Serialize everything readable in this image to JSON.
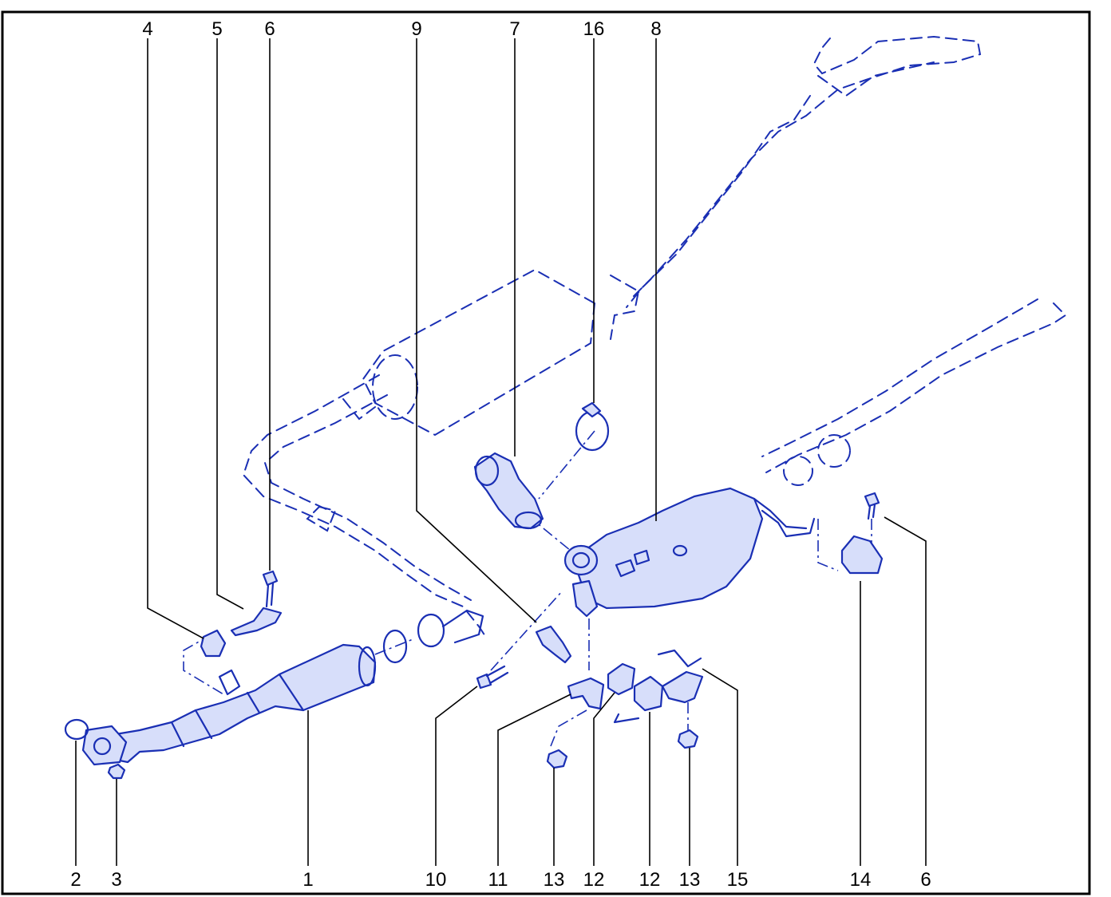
{
  "colors": {
    "ink": "#1a2fb4",
    "frame": "#000000",
    "label": "#000000",
    "background": "#ffffff"
  },
  "callouts": {
    "top": [
      "4",
      "5",
      "6",
      "9",
      "7",
      "16",
      "8"
    ],
    "bottom": [
      "2",
      "3",
      "1",
      "10",
      "11",
      "13",
      "12",
      "12",
      "13",
      "15",
      "14",
      "6"
    ]
  }
}
